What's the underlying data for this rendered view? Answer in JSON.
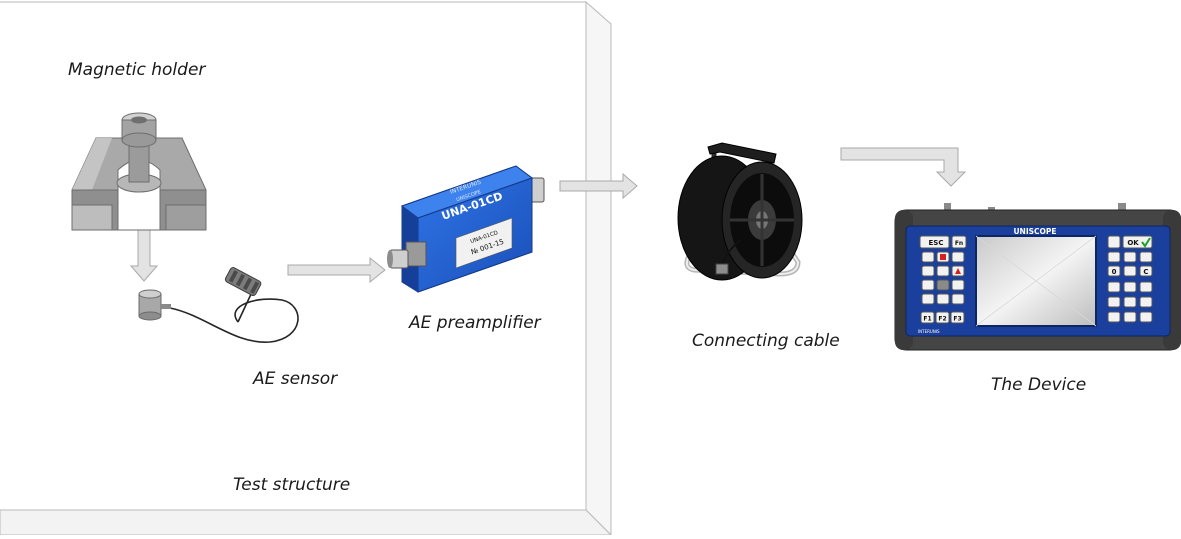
{
  "labels": {
    "magnetic_holder": "Magnetic holder",
    "ae_sensor": "AE sensor",
    "ae_preamplifier": "AE preamplifier",
    "connecting_cable": "Connecting cable",
    "the_device": "The Device",
    "test_structure": "Test structure"
  },
  "preamp_markings": {
    "brand": "INTERUNIS",
    "series": "UNISCOPE",
    "model": "UNA-01CD",
    "plate_model": "UNA-01CD",
    "serial": "№ 001-15"
  },
  "device": {
    "brand": "UNISCOPE",
    "footer_brand": "INTERUNIS",
    "keys_left": [
      "ESC",
      "Fn",
      "F1",
      "F2",
      "F3"
    ],
    "keys_right": [
      "OK",
      "0",
      "C"
    ]
  },
  "colors": {
    "preamp_blue": "#1f5fd0",
    "device_panel": "#1b3f9c",
    "arrow_fill": "#e3e3e3",
    "arrow_stroke": "#a8a8a8"
  }
}
